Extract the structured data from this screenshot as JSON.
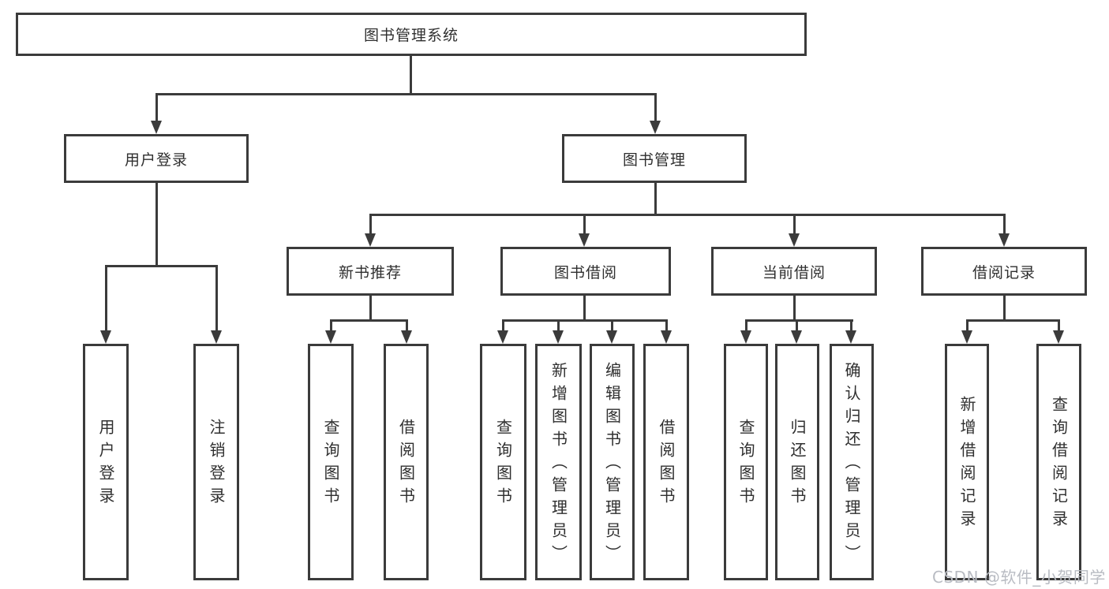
{
  "root": {
    "label": "图书管理系统"
  },
  "branches": [
    {
      "label": "用户登录",
      "children": [
        {
          "label": "用户登录"
        },
        {
          "label": "注销登录"
        }
      ]
    },
    {
      "label": "图书管理",
      "children": [
        {
          "label": "新书推荐",
          "children": [
            {
              "label": "查询图书"
            },
            {
              "label": "借阅图书"
            }
          ]
        },
        {
          "label": "图书借阅",
          "children": [
            {
              "label": "查询图书"
            },
            {
              "label": "新增图书（管理员）"
            },
            {
              "label": "编辑图书（管理员）"
            },
            {
              "label": "借阅图书"
            }
          ]
        },
        {
          "label": "当前借阅",
          "children": [
            {
              "label": "查询图书"
            },
            {
              "label": "归还图书"
            },
            {
              "label": "确认归还（管理员）"
            }
          ]
        },
        {
          "label": "借阅记录",
          "children": [
            {
              "label": "新增借阅记录"
            },
            {
              "label": "查询借阅记录"
            }
          ]
        }
      ]
    }
  ],
  "watermark": "CSDN @软件_小贺同学",
  "colors": {
    "line": "#3b3b3b",
    "text": "#2f2f2f",
    "background": "#ffffff",
    "watermark": "#b9bcc3"
  }
}
